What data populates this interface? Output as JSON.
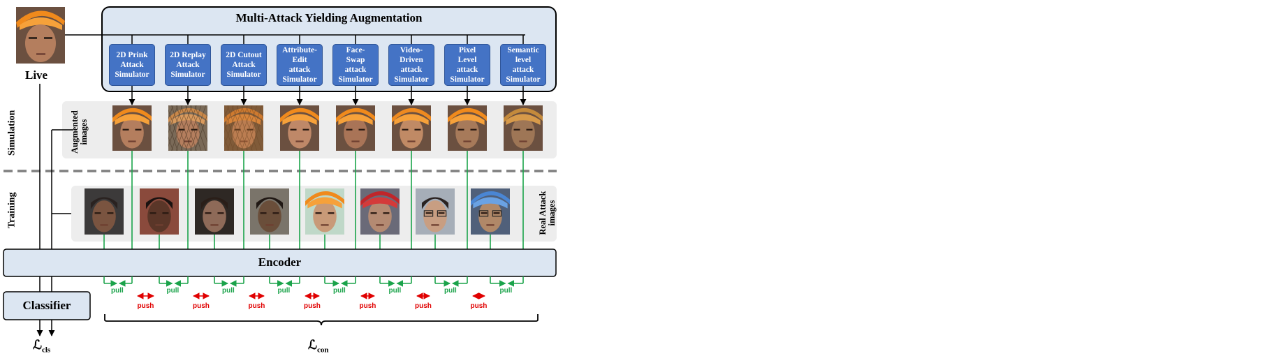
{
  "title": "Multi-Attack Yielding Augmentation",
  "live_label": "Live",
  "simulation_label": "Simulation",
  "training_label": "Training",
  "augmented_label": "Augmented images",
  "real_attack_label": "Real Attack images",
  "encoder_label": "Encoder",
  "classifier_label": "Classifier",
  "loss_cls": "ℒ",
  "loss_cls_sub": "cls",
  "loss_con": "ℒ",
  "loss_con_sub": "con",
  "pull_label": "pull",
  "push_label": "push",
  "simulators": [
    [
      "2D Prink",
      "Attack",
      "Simulator"
    ],
    [
      "2D Replay",
      "Attack",
      "Simulator"
    ],
    [
      "2D Cutout",
      "Attack",
      "Simulator"
    ],
    [
      "Attribute-",
      "Edit",
      "attack",
      "Simulator"
    ],
    [
      "Face-",
      "Swap",
      "attack",
      "Simulator"
    ],
    [
      "Video-",
      "Driven",
      "attack",
      "Simulator"
    ],
    [
      "Pixel",
      "Level",
      "attack",
      "Simulator"
    ],
    [
      "Semantic",
      "level",
      "attack",
      "Simulator"
    ]
  ],
  "colors": {
    "panel_fill": "#dce6f2",
    "simulator_fill": "#4473c5",
    "pull": "#1aa34a",
    "push": "#e00000"
  }
}
